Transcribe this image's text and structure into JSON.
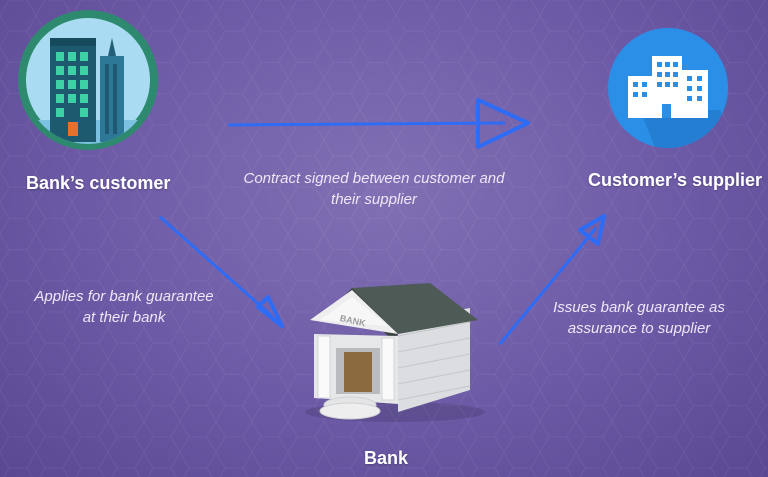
{
  "nodes": {
    "customer": {
      "label": "Bank’s customer",
      "icon": "office-buildings-icon"
    },
    "supplier": {
      "label": "Customer’s supplier",
      "icon": "company-buildings-icon"
    },
    "bank": {
      "label": "Bank",
      "icon": "bank-building-icon",
      "sign": "BANK"
    }
  },
  "edges": {
    "contract": {
      "text": "Contract signed between customer and their supplier"
    },
    "applies": {
      "text": "Applies for bank guarantee at their bank"
    },
    "issues": {
      "text": "Issues bank guarantee as assurance to supplier"
    }
  },
  "colors": {
    "background": "#6c5aa6",
    "arrow": "#2f6cf5",
    "customer_ring": "#2e8a6e",
    "supplier_circle": "#2b8fe8",
    "text": "#ffffff"
  }
}
